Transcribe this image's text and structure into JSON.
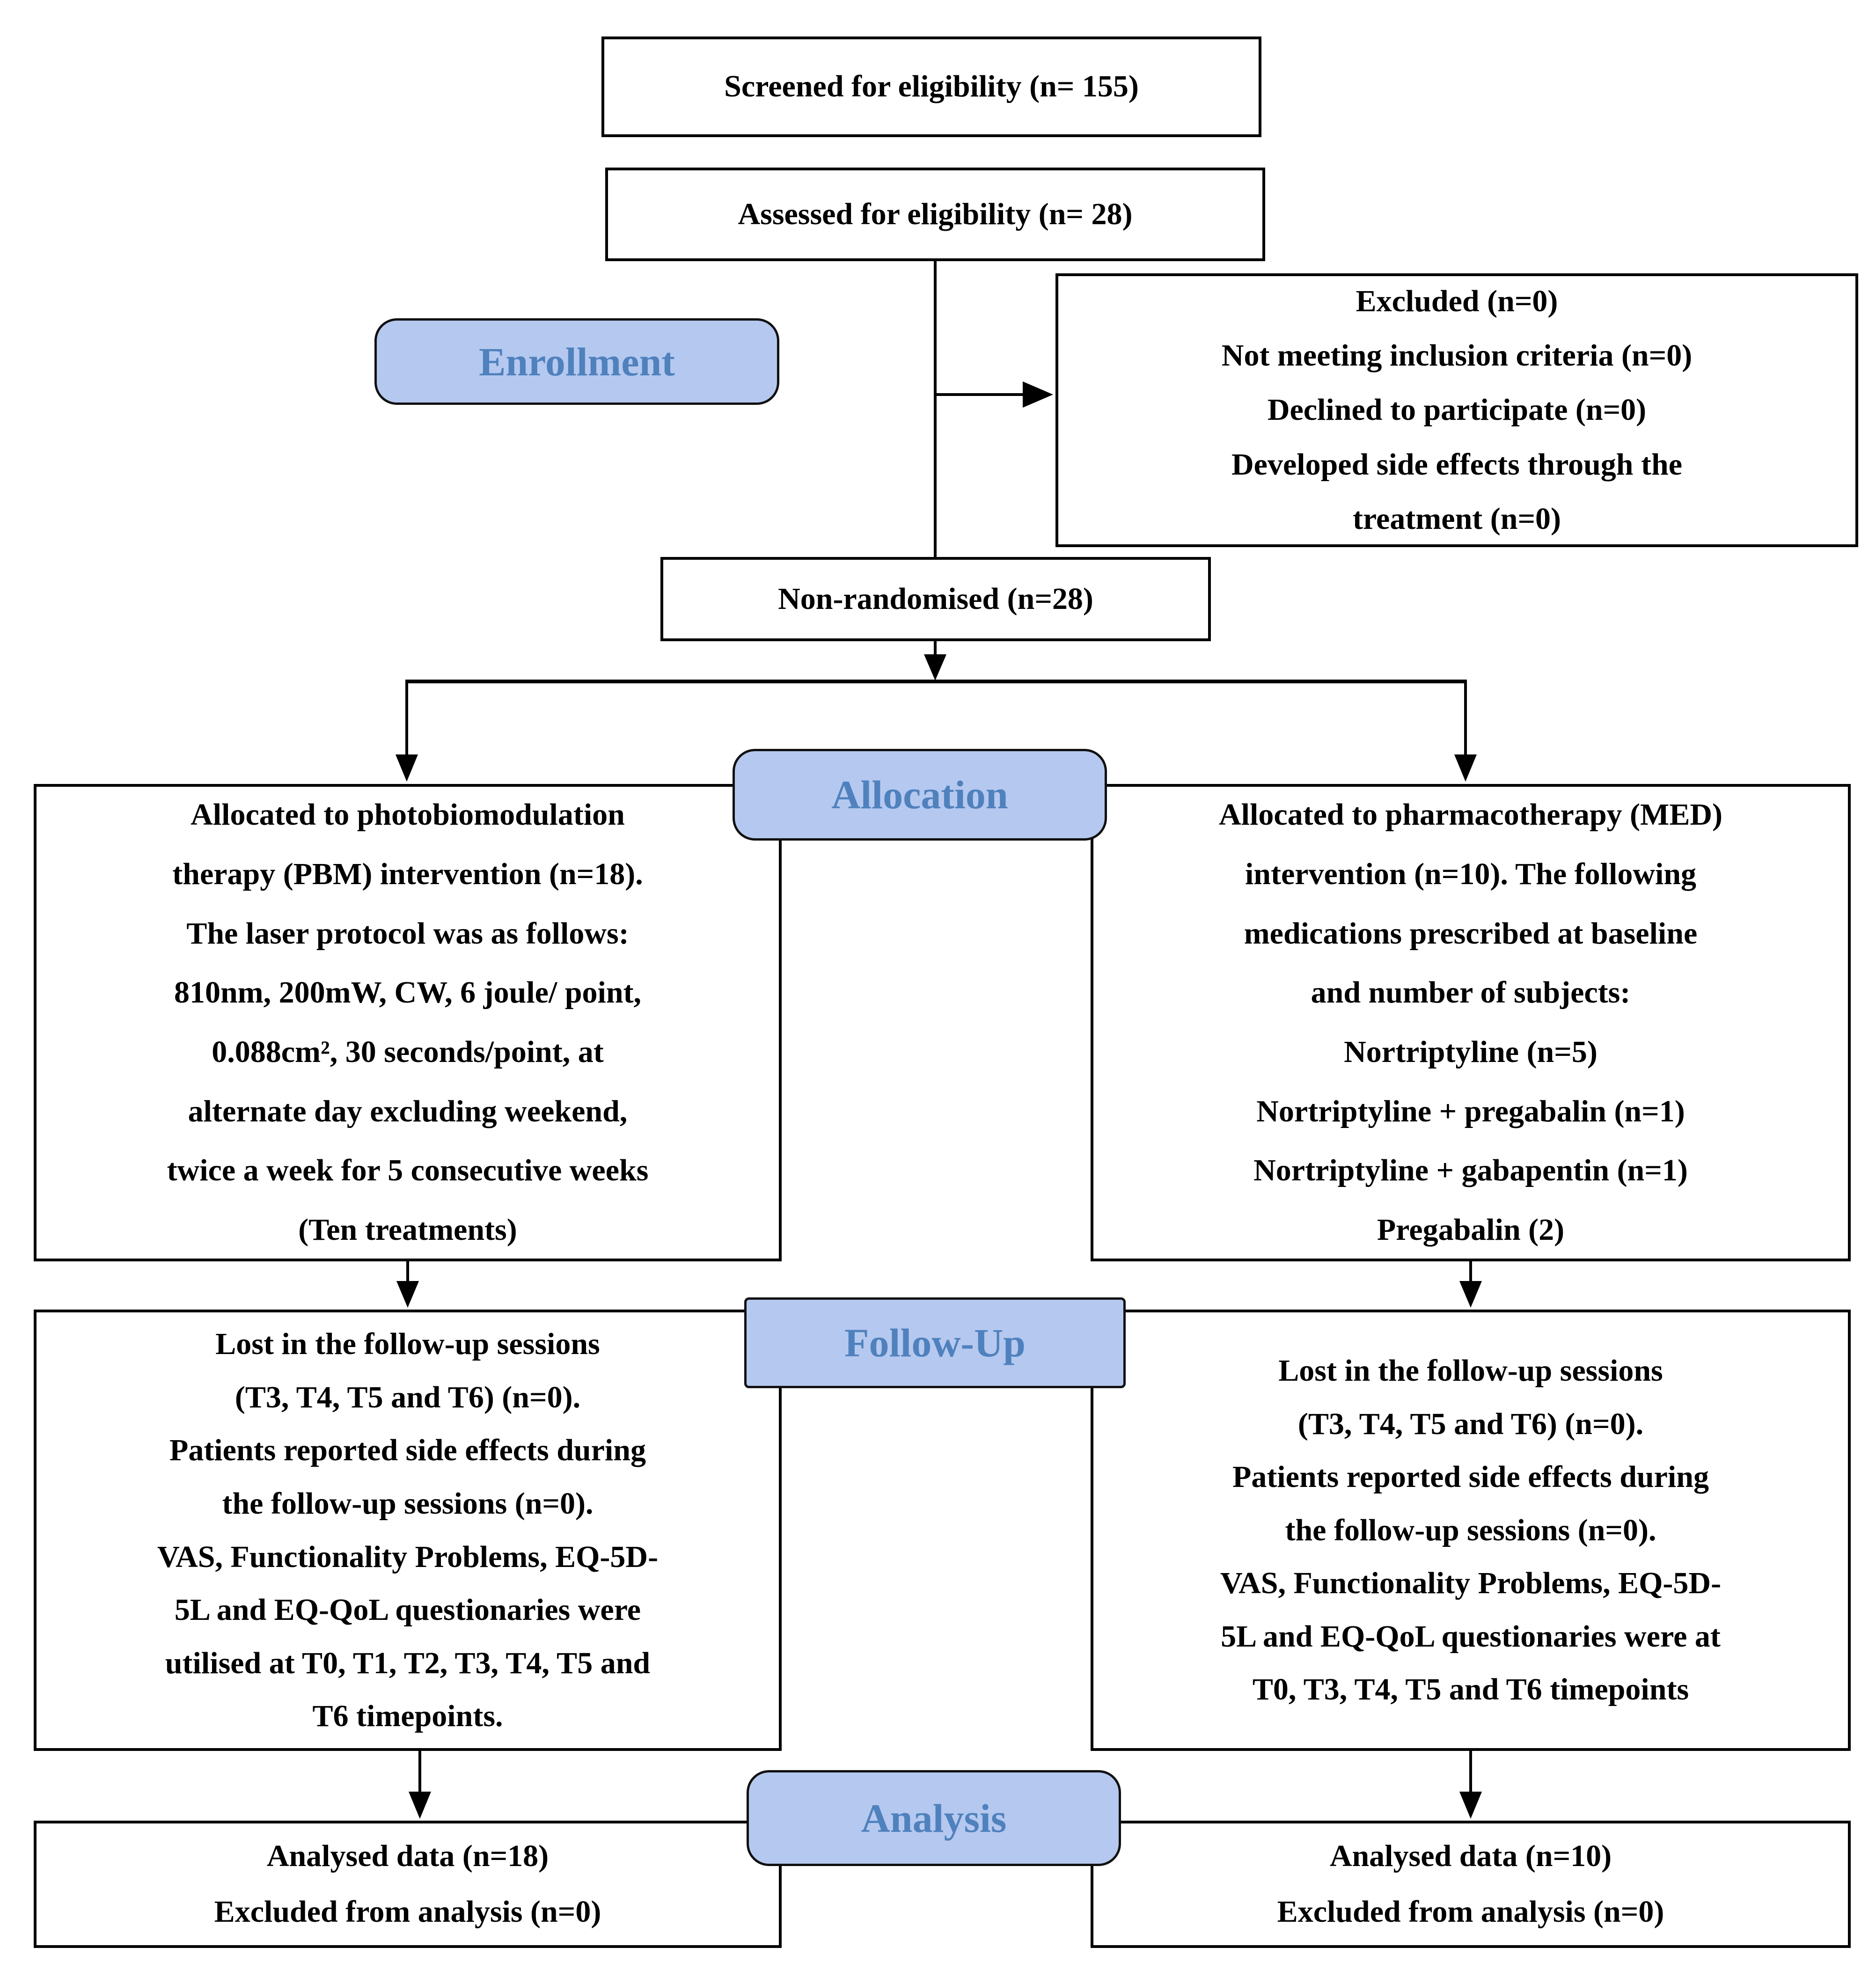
{
  "figure": {
    "type": "consort-flow-diagram",
    "stage_labels": {
      "enrollment": "Enrollment",
      "allocation": "Allocation",
      "follow_up": "Follow-Up",
      "analysis": "Analysis"
    },
    "boxes": {
      "screened": "Screened for eligibility (n= 155)",
      "assessed": "Assessed for eligibility (n= 28)",
      "excluded": "Excluded (n=0)\nNot meeting inclusion criteria (n=0)\nDeclined to participate (n=0)\nDeveloped side effects through the\ntreatment (n=0)",
      "non_randomised": "Non-randomised (n=28)",
      "pbm_allocation": "Allocated to photobiomodulation\ntherapy (PBM) intervention (n=18).\nThe laser protocol was as follows:\n810nm, 200mW, CW, 6 joule/ point,\n0.088cm², 30 seconds/point, at\nalternate day excluding weekend,\ntwice a week for 5 consecutive weeks\n(Ten treatments)",
      "med_allocation": "Allocated to pharmacotherapy (MED)\nintervention (n=10). The following\nmedications prescribed at baseline\nand number of subjects:\nNortriptyline (n=5)\nNortriptyline + pregabalin (n=1)\nNortriptyline + gabapentin (n=1)\nPregabalin (2)",
      "pbm_follow_up": "Lost in the follow-up sessions\n(T3, T4, T5 and T6) (n=0).\nPatients reported side effects during\nthe follow-up sessions (n=0).\nVAS, Functionality Problems, EQ-5D-\n5L and EQ-QoL questionaries were\nutilised at T0, T1, T2, T3, T4, T5 and\nT6 timepoints.",
      "med_follow_up": "Lost in the follow-up sessions\n(T3, T4, T5 and T6) (n=0).\nPatients reported side effects during\nthe follow-up sessions (n=0).\nVAS, Functionality Problems, EQ-5D-\n5L and EQ-QoL questionaries were at\nT0, T3, T4, T5 and T6 timepoints",
      "pbm_analysis": "Analysed data (n=18)\nExcluded from analysis (n=0)",
      "med_analysis": "Analysed data (n=10)\nExcluded from analysis (n=0)"
    },
    "colors": {
      "stage_label_fill": "#b5c8ef",
      "stage_label_text": "#4f81bd",
      "box_border": "#000000",
      "background": "#ffffff"
    }
  }
}
